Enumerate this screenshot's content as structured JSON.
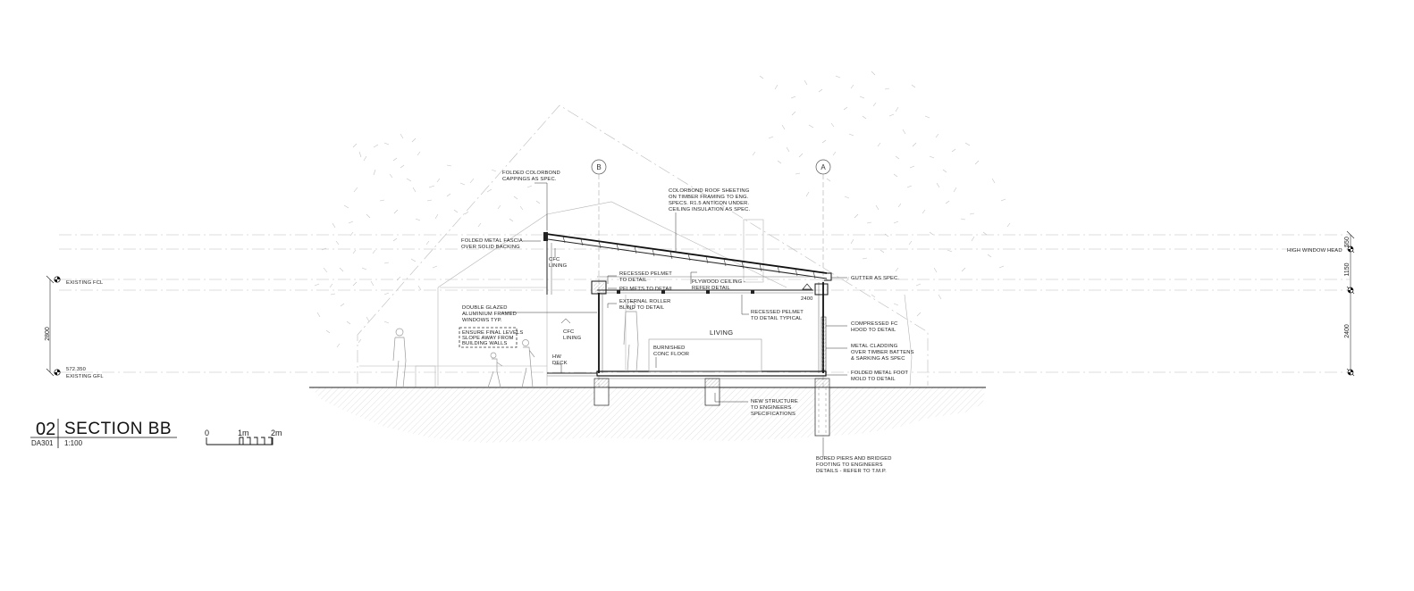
{
  "title_block": {
    "number": "02",
    "title": "SECTION BB",
    "sheet_ref": "DA301",
    "scale": "1:100"
  },
  "scale_bar": {
    "label_0": "0",
    "label_1": "1m",
    "label_2": "2m"
  },
  "grid_markers": {
    "b": "B",
    "a": "A"
  },
  "levels": {
    "existing_fcl": "EXISTING FCL",
    "rl": "572.350",
    "existing_gfl": "EXISTING GFL",
    "high_window_head": "HIGH WINDOW HEAD"
  },
  "dimensions": {
    "left_height": "2800",
    "right_top": "550",
    "right_mid": "1150",
    "right_bottom": "2400",
    "opening": "2400"
  },
  "rooms": {
    "living": "LIVING"
  },
  "notes": {
    "capping_1": "FOLDED COLORBOND",
    "capping_2": "CAPPINGS AS SPEC.",
    "roof_1": "COLORBOND ROOF SHEETING",
    "roof_2": "ON TIMBER FRAMING TO ENG.",
    "roof_3": "SPECS. R1.5 ANTICON UNDER.",
    "roof_4": "CEILING INSULATION AS SPEC.",
    "fascia_1": "FOLDED METAL FASCIA",
    "fascia_2": "OVER SOLID BACKING",
    "cfc_top_1": "CFC",
    "cfc_top_2": "LINING",
    "pelmet_1": "RECESSED PELMET",
    "pelmet_2": "TO DETAIL",
    "pelmets": "PELMETS TO DETAIL",
    "plywood_1": "PLYWOOD CEILING -",
    "plywood_2": "REFER DETAIL",
    "gutter": "GUTTER AS SPEC.",
    "ext_roller_1": "EXTERNAL ROLLER",
    "ext_roller_2": "BLIND TO DETAIL",
    "pelmet_typ_1": "RECESSED PELMET",
    "pelmet_typ_2": "TO DETAIL TYPICAL",
    "double_glazed_1": "DOUBLE GLAZED",
    "double_glazed_2": "ALUMINIUM FRAMED",
    "double_glazed_3": "WINDOWS TYP.",
    "ensure_1": "ENSURE FINAL LEVELS",
    "ensure_2": "SLOPE AWAY FROM",
    "ensure_3": "BUILDING WALLS",
    "cfc_lower_1": "CFC",
    "cfc_lower_2": "LINING",
    "hw_1": "HW",
    "hw_2": "DECK",
    "burnished_1": "BURNISHED",
    "burnished_2": "CONC FLOOR",
    "hood_1": "COMPRESSED FC",
    "hood_2": "HOOD TO DETAIL",
    "cladding_1": "METAL CLADDING",
    "cladding_2": "OVER TIMBER BATTENS",
    "cladding_3": "& SARKING AS SPEC",
    "foot_1": "FOLDED METAL FOOT",
    "foot_2": "MOLD TO DETAIL",
    "new_struct_1": "NEW STRUCTURE",
    "new_struct_2": "TO ENGINEERS",
    "new_struct_3": "SPECIFICATIONS",
    "piers_1": "BORED PIERS AND BRIDGED",
    "piers_2": "FOOTING TO ENGINEERS",
    "piers_3": "DETAILS - REFER TO T.M.P."
  }
}
